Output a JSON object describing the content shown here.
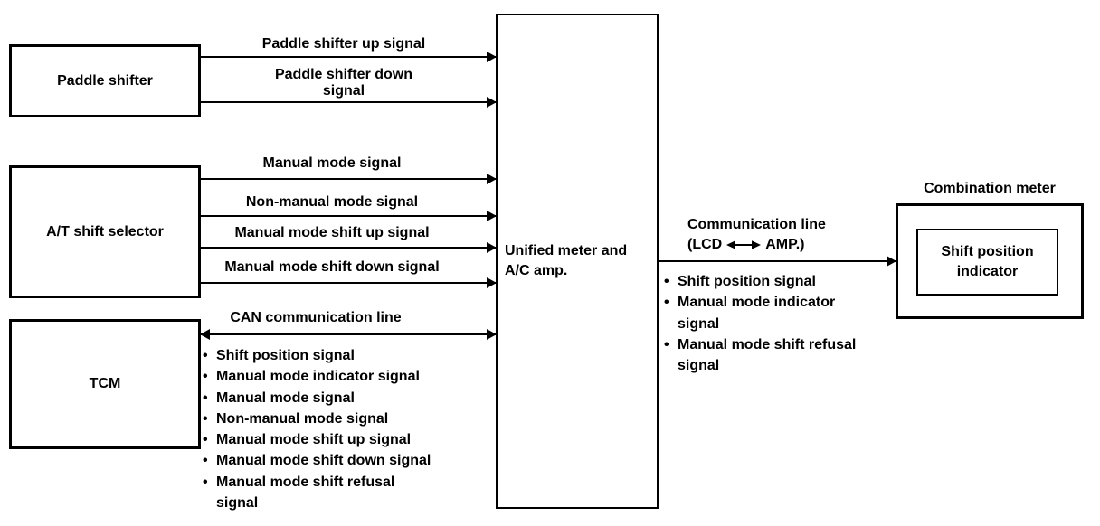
{
  "nodes": {
    "paddle_shifter": "Paddle shifter",
    "at_shift_selector": "A/T shift selector",
    "tcm": "TCM",
    "unified_meter": "Unified meter and\nA/C amp.",
    "combination_meter": "Combination meter",
    "shift_position_indicator": "Shift position\nindicator"
  },
  "signals": {
    "paddle_up": "Paddle shifter up signal",
    "paddle_down": "Paddle shifter down\nsignal",
    "manual_mode": "Manual mode signal",
    "non_manual_mode": "Non-manual mode signal",
    "manual_shift_up": "Manual mode shift up signal",
    "manual_shift_down": "Manual mode shift down signal",
    "can_line": "CAN communication line",
    "comm_line_title": "Communication line",
    "comm_line_sub_prefix": "(LCD",
    "comm_line_sub_suffix": "AMP.)"
  },
  "can_signal_list": {
    "bullet": "•",
    "items": [
      "Shift position signal",
      "Manual mode indicator signal",
      "Manual mode signal",
      "Non-manual mode signal",
      "Manual mode shift up signal",
      "Manual mode shift down signal",
      "Manual mode shift refusal\nsignal"
    ]
  },
  "comm_signal_list": {
    "bullet": "•",
    "items": [
      "Shift position signal",
      "Manual mode indicator\nsignal",
      "Manual mode shift refusal\nsignal"
    ]
  },
  "colors": {
    "line": "#000000",
    "background": "#ffffff"
  }
}
